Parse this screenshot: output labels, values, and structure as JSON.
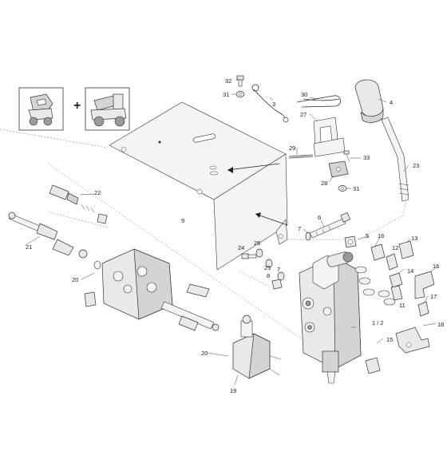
{
  "diagram": {
    "operator": "+",
    "callouts": {
      "c1_2": "1 / 2",
      "c3": "3",
      "c4": "4",
      "c5": "5",
      "c6": "6",
      "c7a": "7",
      "c7b": "7",
      "c8": "8",
      "c9": "9",
      "c11": "11",
      "c12": "12",
      "c13": "13",
      "c14": "14",
      "c15": "15",
      "c16a": "16",
      "c16b": "16",
      "c17": "17",
      "c18": "18",
      "c19": "19",
      "c20a": "20",
      "c20b": "20",
      "c21": "21",
      "c22": "22",
      "c23": "23",
      "c24": "24",
      "c25": "25",
      "c26": "26",
      "c27": "27",
      "c28": "28",
      "c29": "29",
      "c30": "30",
      "c31a": "31",
      "c31b": "31",
      "c32": "32",
      "c33": "33"
    }
  }
}
